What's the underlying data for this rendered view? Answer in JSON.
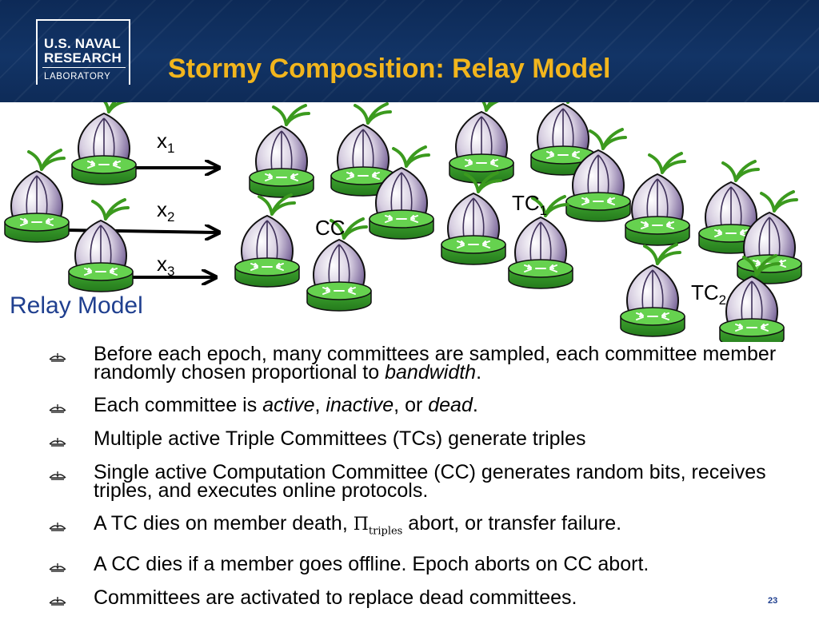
{
  "logo": {
    "line1": "U.S. NAVAL",
    "line2": "RESEARCH",
    "line3": "LABORATORY"
  },
  "title": "Stormy Composition: Relay Model",
  "diagram": {
    "x1": {
      "base": "x",
      "sub": "1"
    },
    "x2": {
      "base": "x",
      "sub": "2"
    },
    "x3": {
      "base": "x",
      "sub": "3"
    },
    "cc": "CC",
    "tc1": {
      "base": "TC",
      "sub": "1"
    },
    "tc2": {
      "base": "TC",
      "sub": "2"
    }
  },
  "relay_heading": "Relay Model",
  "bullets": {
    "b1_text": "Before each epoch, many committees are sampled, each committee member randomly chosen proportional to ",
    "b1_em": "bandwidth",
    "b1_end": ".",
    "b2_a": "Each committee is ",
    "b2_em1": "active",
    "b2_sep1": ", ",
    "b2_em2": "inactive",
    "b2_sep2": ", or ",
    "b2_em3": "dead",
    "b2_end": ".",
    "b3": "Multiple active Triple Committees (TCs) generate triples",
    "b4": "Single active Computation Committee (CC) generates random bits, receives triples, and executes online protocols.",
    "b5_a": "A TC dies on member death, ",
    "b5_pi": "Π",
    "b5_pi_sub": "triples",
    "b5_b": " abort, or transfer failure.",
    "b6": "A CC dies if a member goes offline. Epoch aborts on CC abort.",
    "b7": "Committees are activated to replace dead committees."
  },
  "page_number": "23",
  "icons": {
    "router": "onion-router-icon",
    "bullet": "book-bullet-icon",
    "arrow": "arrow-right-icon"
  },
  "colors": {
    "header_bg": "#123466",
    "title": "#f2b51d",
    "heading": "#1f3f8f",
    "onion": "#6a5a8c",
    "router": "#55c241"
  }
}
